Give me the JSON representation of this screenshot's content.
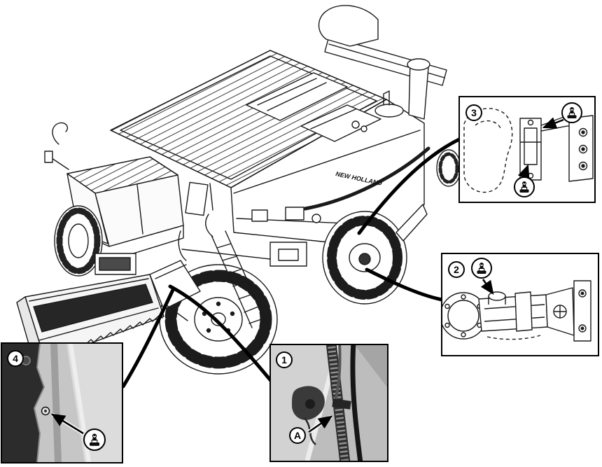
{
  "figure": {
    "background": "#ffffff",
    "line_color": "#1a1a1a",
    "brand_text": "NEW HOLLAND"
  },
  "callouts": [
    {
      "label": "1"
    },
    {
      "label": "2"
    },
    {
      "label": "3"
    },
    {
      "label": "4"
    }
  ],
  "detail_label": "A",
  "icons": {
    "grease_fitting": "grease-zerk-in-circle",
    "arrow": "black-pointer-arrow"
  }
}
